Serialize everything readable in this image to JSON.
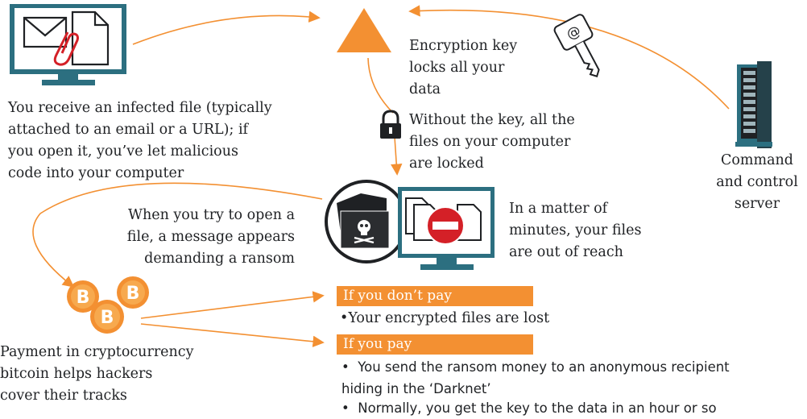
{
  "infected_file_text": [
    "You receive an infected file (typically",
    "attached to an email or a URL); if",
    "you open it, you’ve let malicious",
    "code into your computer"
  ],
  "encryption_key_text": [
    "Encryption key",
    "locks all your",
    "data"
  ],
  "without_key_text": [
    "Without the key, all the",
    "files on your computer",
    "are locked"
  ],
  "server_text": [
    "Command",
    "and control",
    "server"
  ],
  "open_file_text": [
    "When you try to open a",
    "file, a message appears",
    "demanding a ransom"
  ],
  "minutes_text": [
    "In a matter of",
    "minutes, your files",
    "are out of reach"
  ],
  "payment_text": [
    "Payment in cryptocurrency",
    "bitcoin helps hackers",
    "cover their tracks"
  ],
  "dont_pay": {
    "heading": "If you don’t pay",
    "bullet": "Your encrypted files are lost"
  },
  "pay": {
    "heading": "If you pay",
    "bullet1_line1": "You send the ransom money to an anonymous recipient",
    "bullet1_line2": "hiding in the ‘Darknet’",
    "bullet2": "Normally, you get the key to the data in an hour or so"
  },
  "colors": {
    "orange": "#f39032",
    "teal": "#2c6f80",
    "text": "#1f2124",
    "red": "#d42027",
    "dark": "#1f2124"
  },
  "icons": [
    "email-attachment-icon",
    "warning-triangle-icon",
    "key-icon",
    "server-icon",
    "padlock-icon",
    "skull-folder-icon",
    "blocked-files-icon",
    "bitcoin-coins-icon"
  ]
}
